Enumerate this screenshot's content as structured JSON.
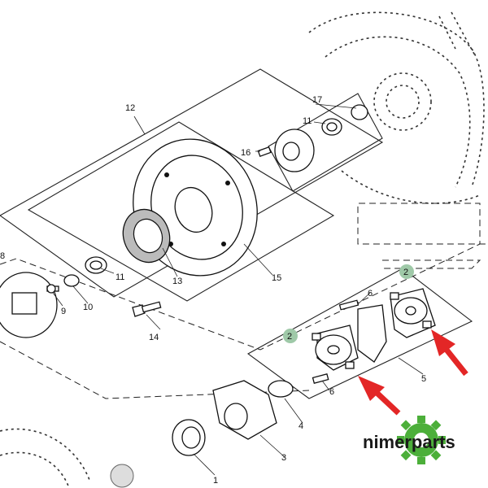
{
  "diagram": {
    "callouts": {
      "c1": "1",
      "c2a": "2",
      "c2b": "2",
      "c3": "3",
      "c4": "4",
      "c5": "5",
      "c6a": "6",
      "c6b": "6",
      "c8": "8",
      "c9": "9",
      "c10": "10",
      "c11a": "11",
      "c11b": "11",
      "c12": "12",
      "c13": "13",
      "c14": "14",
      "c15": "15",
      "c16": "16",
      "c17": "17"
    },
    "colors": {
      "arrow": "#e32626",
      "highlight_badge": "#9fc9a8",
      "logo_gear": "#4caf3a"
    }
  },
  "watermark": {
    "brand": "nimerparts"
  }
}
